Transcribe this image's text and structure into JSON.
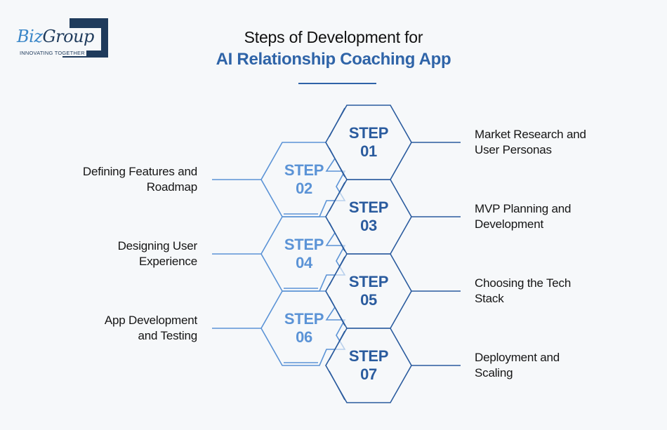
{
  "logo": {
    "word_part1": "Biz",
    "word_part2": "Group",
    "tagline": "INNOVATING TOGETHER"
  },
  "title": {
    "line1": "Steps of Development for",
    "line2": "AI Relationship Coaching App"
  },
  "colors": {
    "dark_blue": "#2a5b9e",
    "light_blue": "#5b93d6",
    "background": "#f6f8fa"
  },
  "steps": [
    {
      "word": "STEP",
      "number": "01",
      "label_line1": "Market Research and",
      "label_line2": "User Personas"
    },
    {
      "word": "STEP",
      "number": "02",
      "label_line1": "Defining Features and",
      "label_line2": "Roadmap"
    },
    {
      "word": "STEP",
      "number": "03",
      "label_line1": "MVP Planning and",
      "label_line2": "Development"
    },
    {
      "word": "STEP",
      "number": "04",
      "label_line1": "Designing User",
      "label_line2": "Experience"
    },
    {
      "word": "STEP",
      "number": "05",
      "label_line1": "Choosing the Tech",
      "label_line2": "Stack"
    },
    {
      "word": "STEP",
      "number": "06",
      "label_line1": "App Development",
      "label_line2": "and Testing"
    },
    {
      "word": "STEP",
      "number": "07",
      "label_line1": "Deployment and",
      "label_line2": "Scaling"
    }
  ]
}
